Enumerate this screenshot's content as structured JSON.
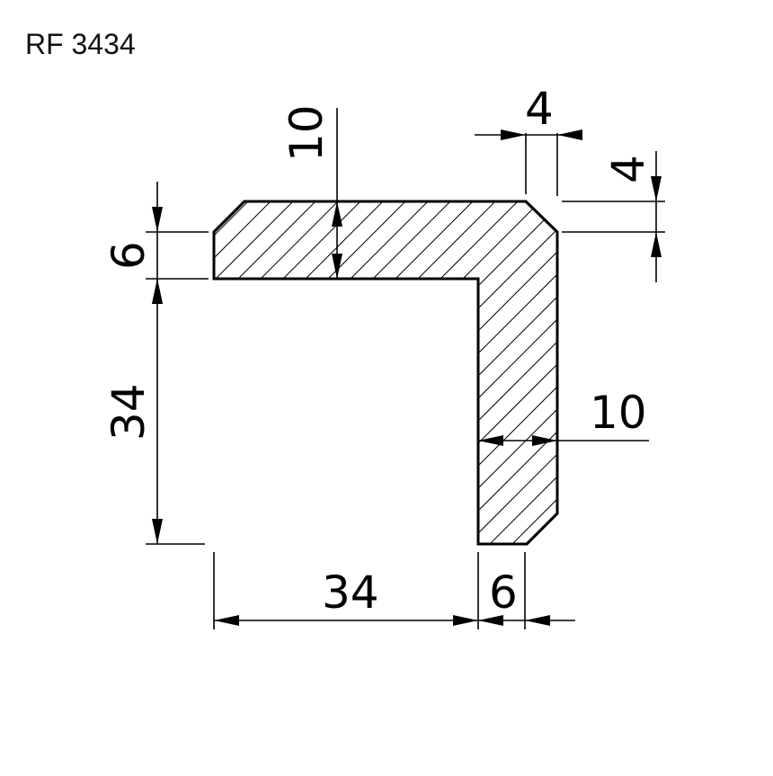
{
  "title": "RF 3434",
  "dimensions": {
    "top_thickness": "10",
    "chamfer_width": "4",
    "chamfer_height": "4",
    "flange_height": "6",
    "leg_height": "34",
    "side_thickness": "10",
    "inner_width": "34",
    "side_width": "6"
  },
  "colors": {
    "line": "#000000",
    "background": "#ffffff"
  }
}
